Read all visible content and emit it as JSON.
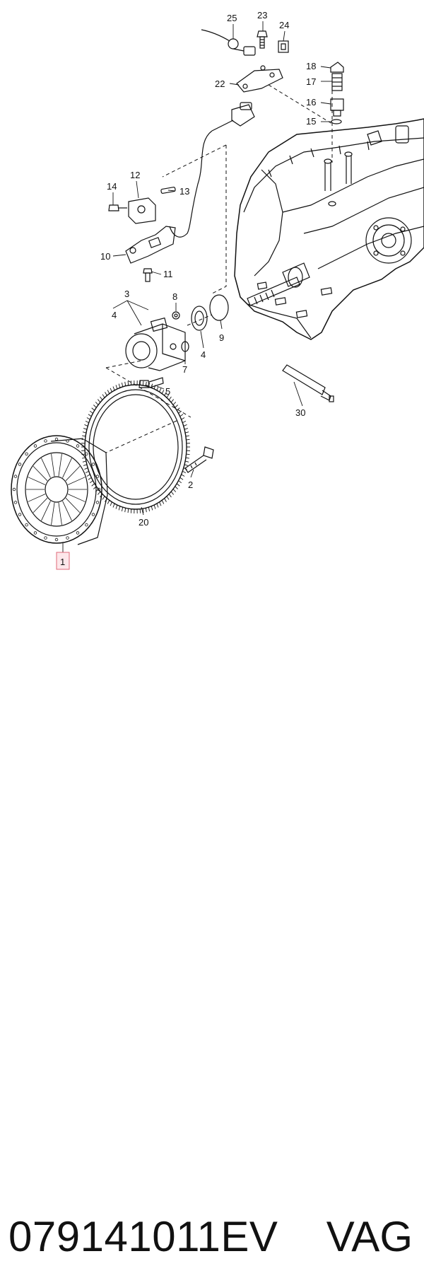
{
  "callouts": {
    "c1": "1",
    "c2": "2",
    "c3": "3",
    "c4a": "4",
    "c4b": "4",
    "c5": "5",
    "c7": "7",
    "c8": "8",
    "c9": "9",
    "c10": "10",
    "c11": "11",
    "c12": "12",
    "c13": "13",
    "c14": "14",
    "c15": "15",
    "c16": "16",
    "c17": "17",
    "c18": "18",
    "c20": "20",
    "c22": "22",
    "c23": "23",
    "c24": "24",
    "c25": "25",
    "c30": "30"
  },
  "footer": {
    "part_number": "079141011EV",
    "brand": "VAG"
  },
  "colors": {
    "line": "#111111",
    "highlight_fill": "#fde7ea",
    "highlight_border": "#e06a7a"
  }
}
